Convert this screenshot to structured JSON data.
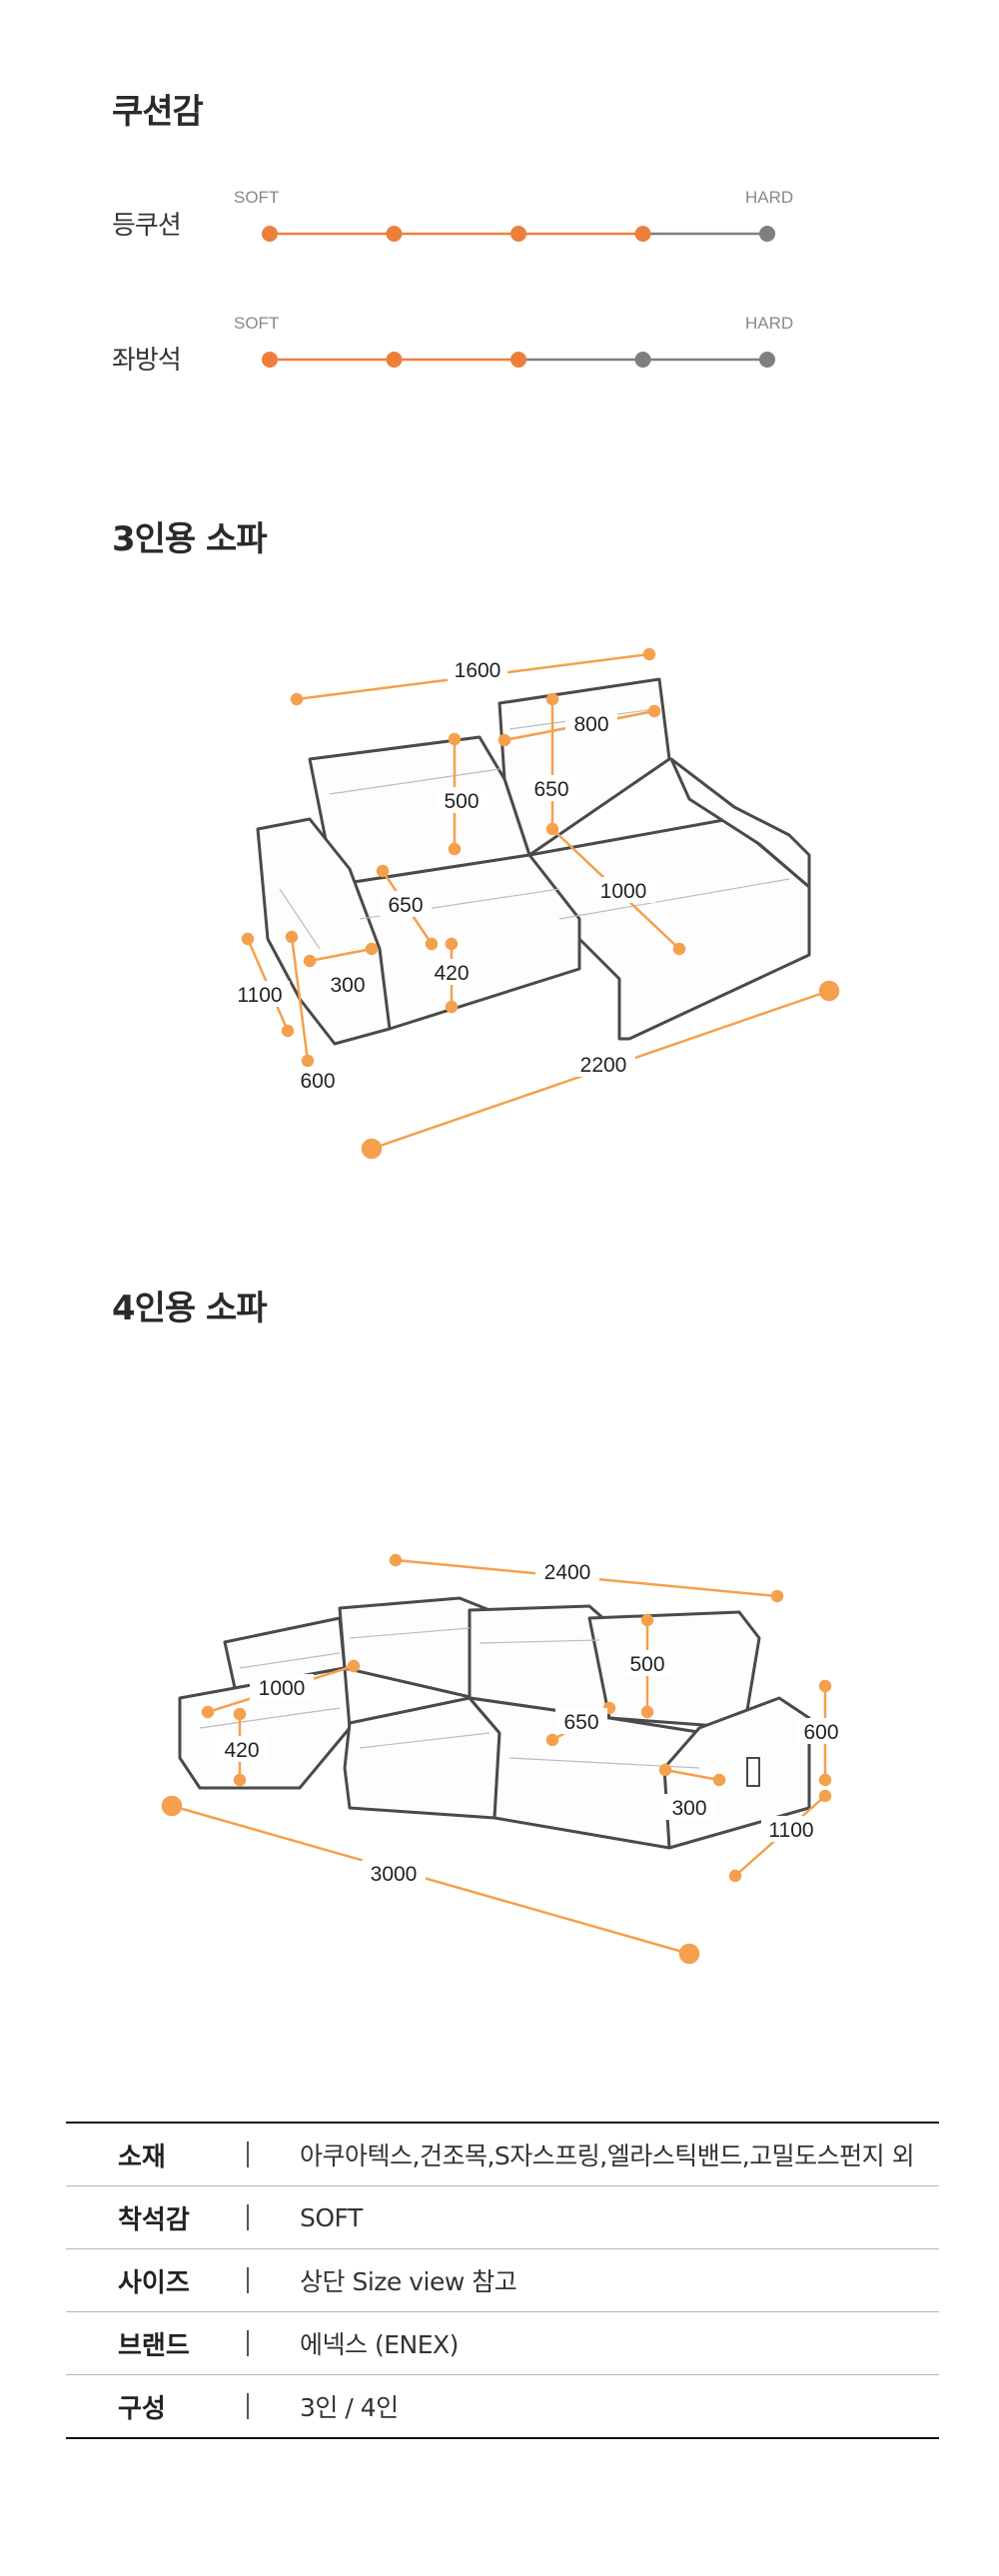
{
  "cushion": {
    "title": "쿠션감",
    "rows": [
      {
        "label": "등쿠션",
        "soft": "SOFT",
        "hard": "HARD",
        "level": 4,
        "steps": 5
      },
      {
        "label": "좌방석",
        "soft": "SOFT",
        "hard": "HARD",
        "level": 3,
        "steps": 5
      }
    ],
    "active_color": "#ee7f3a",
    "inactive_color": "#7f7f7f"
  },
  "sofa3": {
    "title": "3인용 소파",
    "dims": [
      "1600",
      "800",
      "500",
      "650",
      "1000",
      "650",
      "300",
      "420",
      "1100",
      "600",
      "2200"
    ]
  },
  "sofa4": {
    "title": "4인용 소파",
    "dims": [
      "2400",
      "500",
      "1000",
      "650",
      "420",
      "600",
      "300",
      "1100",
      "3000"
    ]
  },
  "specs": [
    {
      "key": "소재",
      "value": "아쿠아텍스,건조목,S자스프링,엘라스틱밴드,고밀도스펀지 외"
    },
    {
      "key": "착석감",
      "value": "SOFT"
    },
    {
      "key": "사이즈",
      "value": "상단 Size view  참고"
    },
    {
      "key": "브랜드",
      "value": "에넥스 (ENEX)"
    },
    {
      "key": "구성",
      "value": "3인 / 4인"
    }
  ],
  "colors": {
    "dimension": "#f4a04d",
    "outline": "#4a4a4a"
  }
}
